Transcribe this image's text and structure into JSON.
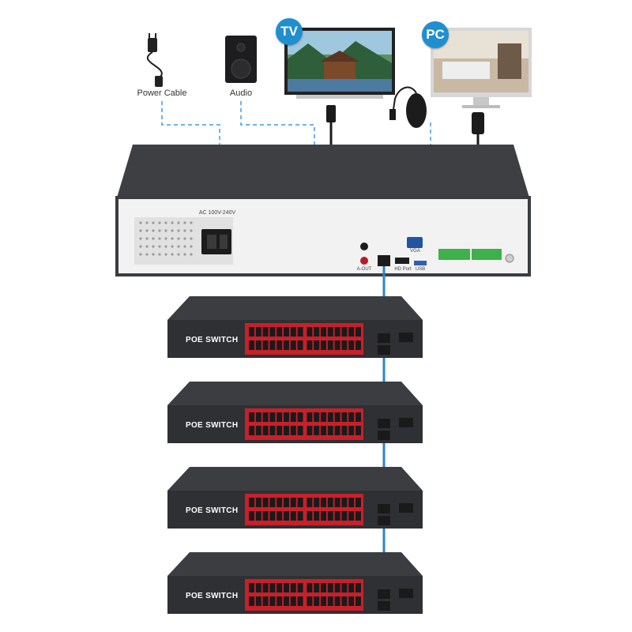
{
  "labels": {
    "power_cable": "Power Cable",
    "audio": "Audio",
    "tv": "TV",
    "pc": "PC",
    "nvr_power_spec": "AC 100V-240V",
    "aout": "A-OUT",
    "hdmi": "HD Port",
    "vga": "VGA",
    "usb": "USB"
  },
  "switches": [
    {
      "label": "POE SWITCH"
    },
    {
      "label": "POE SWITCH"
    },
    {
      "label": "POE SWITCH"
    },
    {
      "label": "POE SWITCH"
    }
  ],
  "colors": {
    "switch_body": "#3b3d40",
    "port_panel": "#c8202a",
    "cable_blue": "#2a86c8",
    "dashed_line": "#3d9be0",
    "nvr_body": "#3a3c3f",
    "nvr_face": "#f3f3f3",
    "badge": "#1f8fd0"
  },
  "icons": [
    "power-cable-icon",
    "speaker-icon",
    "tv-monitor-icon",
    "pc-monitor-icon",
    "mouse-icon",
    "hdmi-plug-icon",
    "vga-plug-icon"
  ]
}
